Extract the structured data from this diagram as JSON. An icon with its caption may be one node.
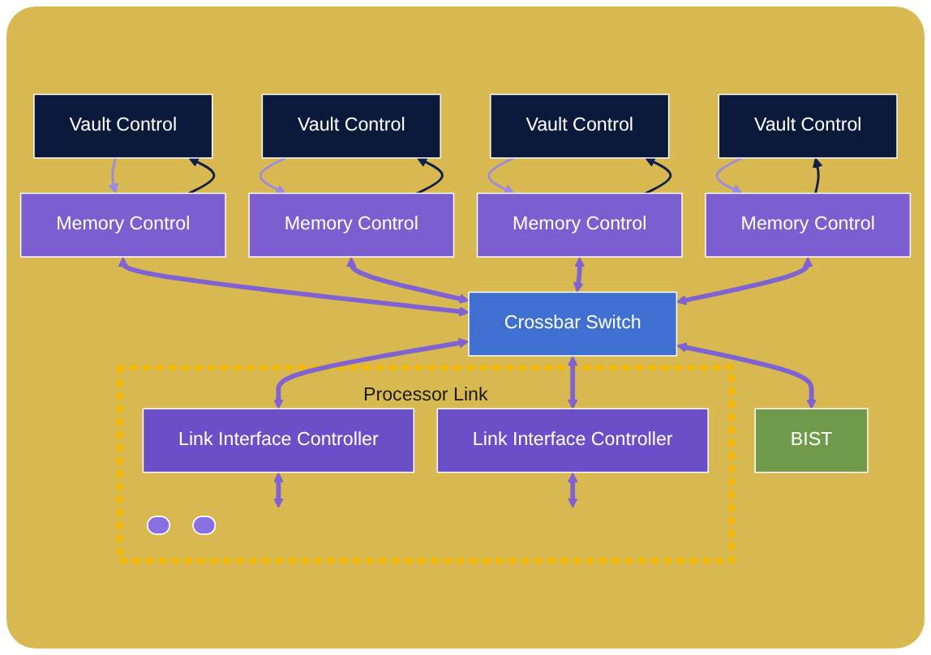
{
  "diagram": {
    "nodes": [
      {
        "text": [
          "Vault Control"
        ]
      },
      {
        "text": [
          "Vault Control"
        ]
      },
      {
        "text": [
          "Vault Control"
        ]
      },
      {
        "text": [
          "Vault Control"
        ]
      },
      {
        "text": [
          "Memory Control"
        ]
      },
      {
        "text": [
          "Memory Control"
        ]
      },
      {
        "text": [
          "Memory Control"
        ]
      },
      {
        "text": [
          "Memory Control"
        ]
      },
      {
        "text": [
          "Crossbar Switch"
        ]
      },
      {
        "text": [
          "BIST"
        ]
      },
      {
        "text": [
          "Processor Link"
        ]
      },
      {
        "text": [
          "Link Interface Controller"
        ],
        "in": 10
      },
      {
        "text": [
          "Link Interface Controller"
        ],
        "in": 10
      },
      {
        "text": [],
        "shape": "ellipse",
        "in": 10
      },
      {
        "text": [],
        "shape": "ellipse",
        "in": 10
      }
    ],
    "edges": [
      {
        "from": 0,
        "to": 4,
        "arrow": "to",
        "color": "#9a8ae6"
      },
      {
        "from": 4,
        "to": 0,
        "arrow": "to",
        "color": "#10204a"
      },
      {
        "from": 1,
        "to": 5,
        "arrow": "to",
        "color": "#9a8ae6"
      },
      {
        "from": 5,
        "to": 1,
        "arrow": "to",
        "color": "#10204a"
      },
      {
        "from": 2,
        "to": 6,
        "arrow": "to",
        "color": "#9a8ae6"
      },
      {
        "from": 6,
        "to": 2,
        "arrow": "to",
        "color": "#10204a"
      },
      {
        "from": 3,
        "to": 7,
        "arrow": "to",
        "color": "#9a8ae6"
      },
      {
        "from": 7,
        "to": 3,
        "arrow": "to",
        "color": "#10204a"
      },
      {
        "from": 4,
        "to": 8,
        "arrow": "both"
      },
      {
        "from": 5,
        "to": 8,
        "arrow": "both"
      },
      {
        "from": 6,
        "to": 8,
        "arrow": "both"
      },
      {
        "from": 7,
        "to": 8,
        "arrow": "both"
      },
      {
        "from": 8,
        "to": 9,
        "arrow": "both"
      },
      {
        "from": 8,
        "to": 11,
        "arrow": "both"
      },
      {
        "from": 8,
        "to": 12,
        "arrow": "both"
      },
      {
        "from": 11,
        "to": null,
        "arrow": "both"
      },
      {
        "from": 12,
        "to": null,
        "arrow": "both"
      }
    ]
  }
}
